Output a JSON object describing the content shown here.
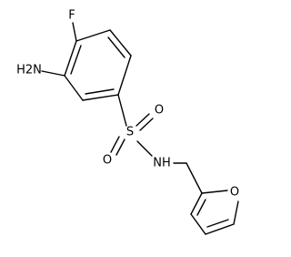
{
  "molecule": {
    "atoms": {
      "fluorine": "F",
      "amine": "H2N",
      "sulfur": "S",
      "oxygen_top": "O",
      "oxygen_bottom": "O",
      "sulfonamide_nh": "NH",
      "furan_oxygen": "O"
    }
  }
}
